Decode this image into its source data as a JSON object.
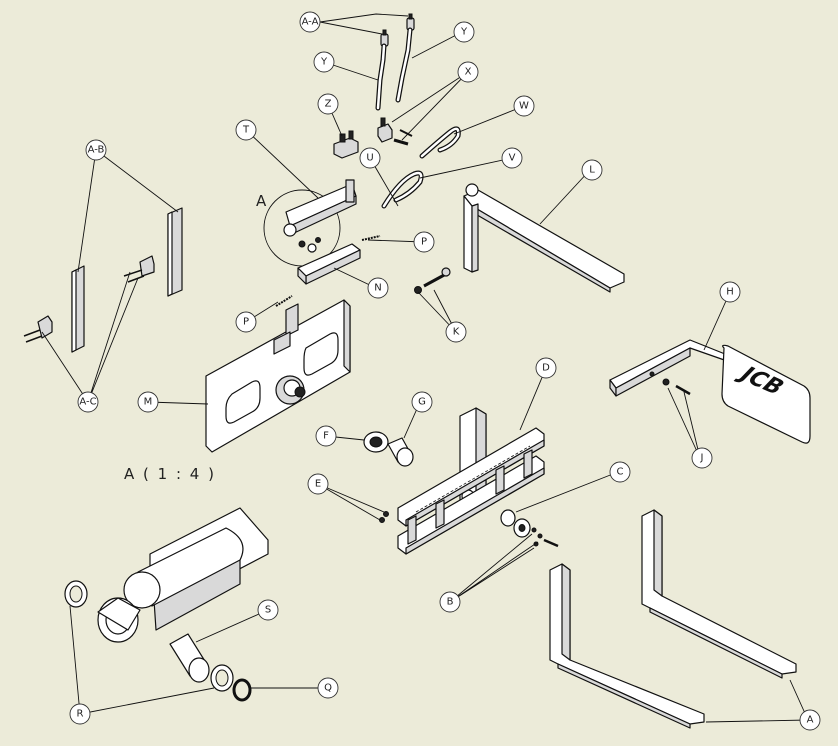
{
  "drawing": {
    "detail_view_label": "A",
    "detail_scale_label": "A ( 1 : 4 )",
    "logo_text": "JCB",
    "background_color": "#ecebd9",
    "callouts": [
      "A-A",
      "Y",
      "Y",
      "X",
      "Z",
      "W",
      "T",
      "U",
      "V",
      "L",
      "A-B",
      "A",
      "P",
      "N",
      "P",
      "K",
      "H",
      "M",
      "A-C",
      "J",
      "F",
      "G",
      "D",
      "C",
      "E",
      "B",
      "S",
      "R",
      "Q",
      "A"
    ]
  }
}
